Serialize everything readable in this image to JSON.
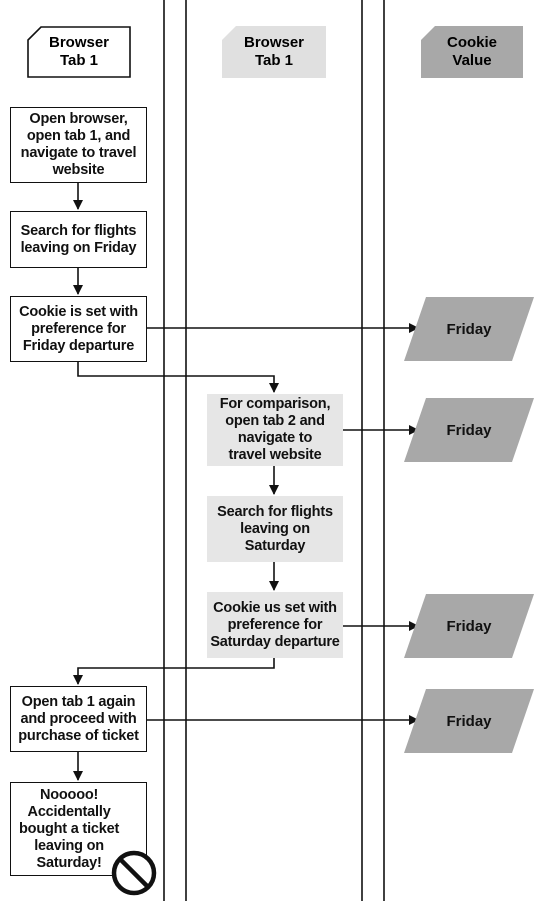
{
  "headers": {
    "tab1": "Browser\nTab 1",
    "tab2": "Browser\nTab 1",
    "cookie": "Cookie\nValue"
  },
  "steps": {
    "s1": "Open browser,\nopen tab 1, and\nnavigate to travel\nwebsite",
    "s2": "Search for flights\nleaving on Friday",
    "s3": "Cookie is set with\npreference for\nFriday departure",
    "s4": "For comparison,\nopen tab 2 and\nnavigate to\ntravel website",
    "s5": "Search for flights\nleaving on\nSaturday",
    "s6": "Cookie us set with\npreference for\nSaturday departure",
    "s7": "Open tab 1 again\nand proceed with\npurchase of ticket",
    "s8": "Nooooo!\nAccidentally\nbought a ticket\nleaving on\nSaturday!"
  },
  "cookies": {
    "c1": "Friday",
    "c2": "Friday",
    "c3": "Friday",
    "c4": "Friday"
  },
  "icons": {
    "prohibited": "no-symbol-icon"
  },
  "colors": {
    "stroke": "#111111",
    "box_gray": "#e6e6e6",
    "header_gray": "#e0e0e0",
    "cookie_fill": "#a8a8a8"
  }
}
